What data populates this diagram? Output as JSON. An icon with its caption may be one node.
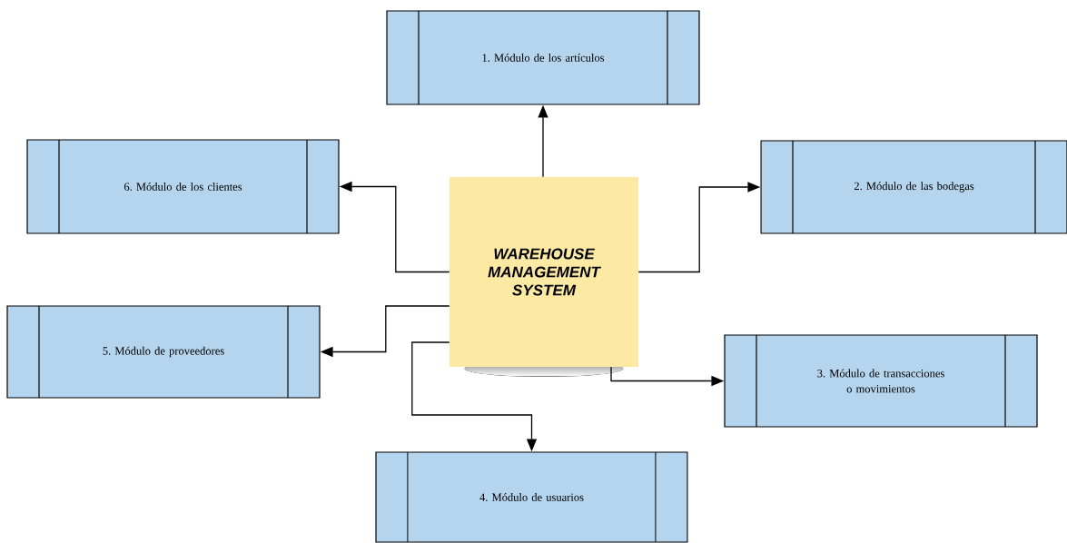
{
  "diagram": {
    "nodes": [
      {
        "text": [
          "1. Módulo de los artículos"
        ]
      },
      {
        "text": [
          "6. Módulo de los clientes"
        ]
      },
      {
        "text": [
          "2. Módulo de las bodegas"
        ]
      },
      {
        "text": [
          "WAREHOUSE MANAGEMENT SYSTEM"
        ]
      },
      {
        "text": [
          "5. Módulo de proveedores"
        ]
      },
      {
        "text": [
          "3. Módulo de transacciones o movimientos"
        ]
      },
      {
        "text": [
          "4. Módulo de usuarios"
        ]
      }
    ],
    "edges": [
      {
        "from": 3,
        "to": 0,
        "arrow": "to"
      },
      {
        "from": 3,
        "to": 1,
        "arrow": "to"
      },
      {
        "from": 3,
        "to": 2,
        "arrow": "to"
      },
      {
        "from": 3,
        "to": 4,
        "arrow": "to"
      },
      {
        "from": 3,
        "to": 5,
        "arrow": "to"
      },
      {
        "from": 3,
        "to": 6,
        "arrow": "to"
      }
    ]
  }
}
